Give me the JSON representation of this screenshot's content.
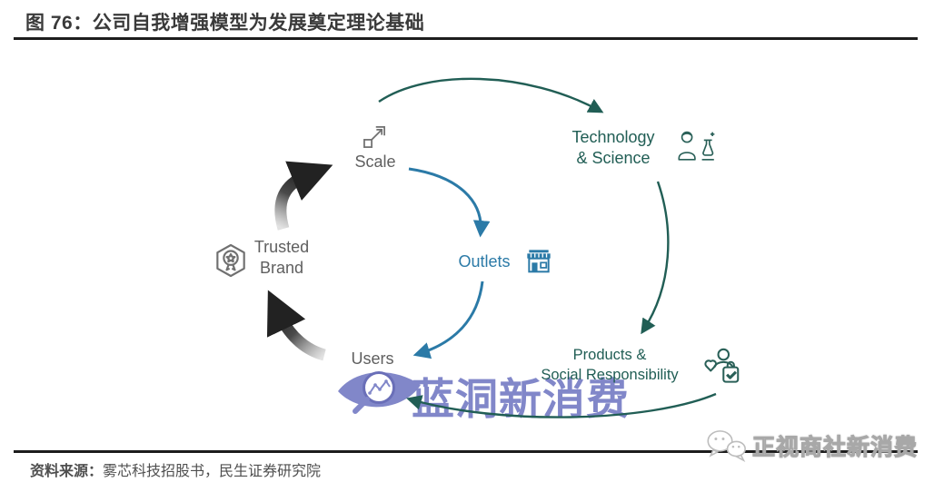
{
  "figure": {
    "title": "图 76：公司自我增强模型为发展奠定理论基础",
    "source_label": "资料来源：",
    "source_text": "雾芯科技招股书，民生证券研究院"
  },
  "diagram": {
    "scale": {
      "label": "Scale",
      "icon": "expand-scale-icon"
    },
    "technology": {
      "line1": "Technology",
      "line2": "& Science",
      "icon": "scientist-lab-icon"
    },
    "outlets": {
      "label": "Outlets",
      "icon": "storefront-icon"
    },
    "trusted_brand": {
      "line1": "Trusted",
      "line2": "Brand",
      "icon": "certified-badge-icon"
    },
    "users": {
      "label": "Users"
    },
    "products": {
      "line1": "Products &",
      "line2": "Social Responsibility",
      "icon": "person-care-icon"
    },
    "flows": [
      "Scale → Technology & Science",
      "Technology & Science → Products & Social Responsibility",
      "Products & Social Responsibility → Users",
      "Users → Trusted Brand",
      "Trusted Brand → Scale",
      "Scale → Outlets",
      "Outlets → Users"
    ]
  },
  "watermarks": {
    "center_text": "蓝洞新消费",
    "bottom_right_text": "正视商社新消费"
  },
  "colors": {
    "teal": "#215e55",
    "blue": "#2b7aa7",
    "gray_text": "#5f5f5f",
    "icon_gray": "#707070",
    "arrow_dark": "#222222",
    "watermark_purple": "#8187c9",
    "rule_dark": "#1d1d1d",
    "title_text": "#3a3a3a"
  }
}
